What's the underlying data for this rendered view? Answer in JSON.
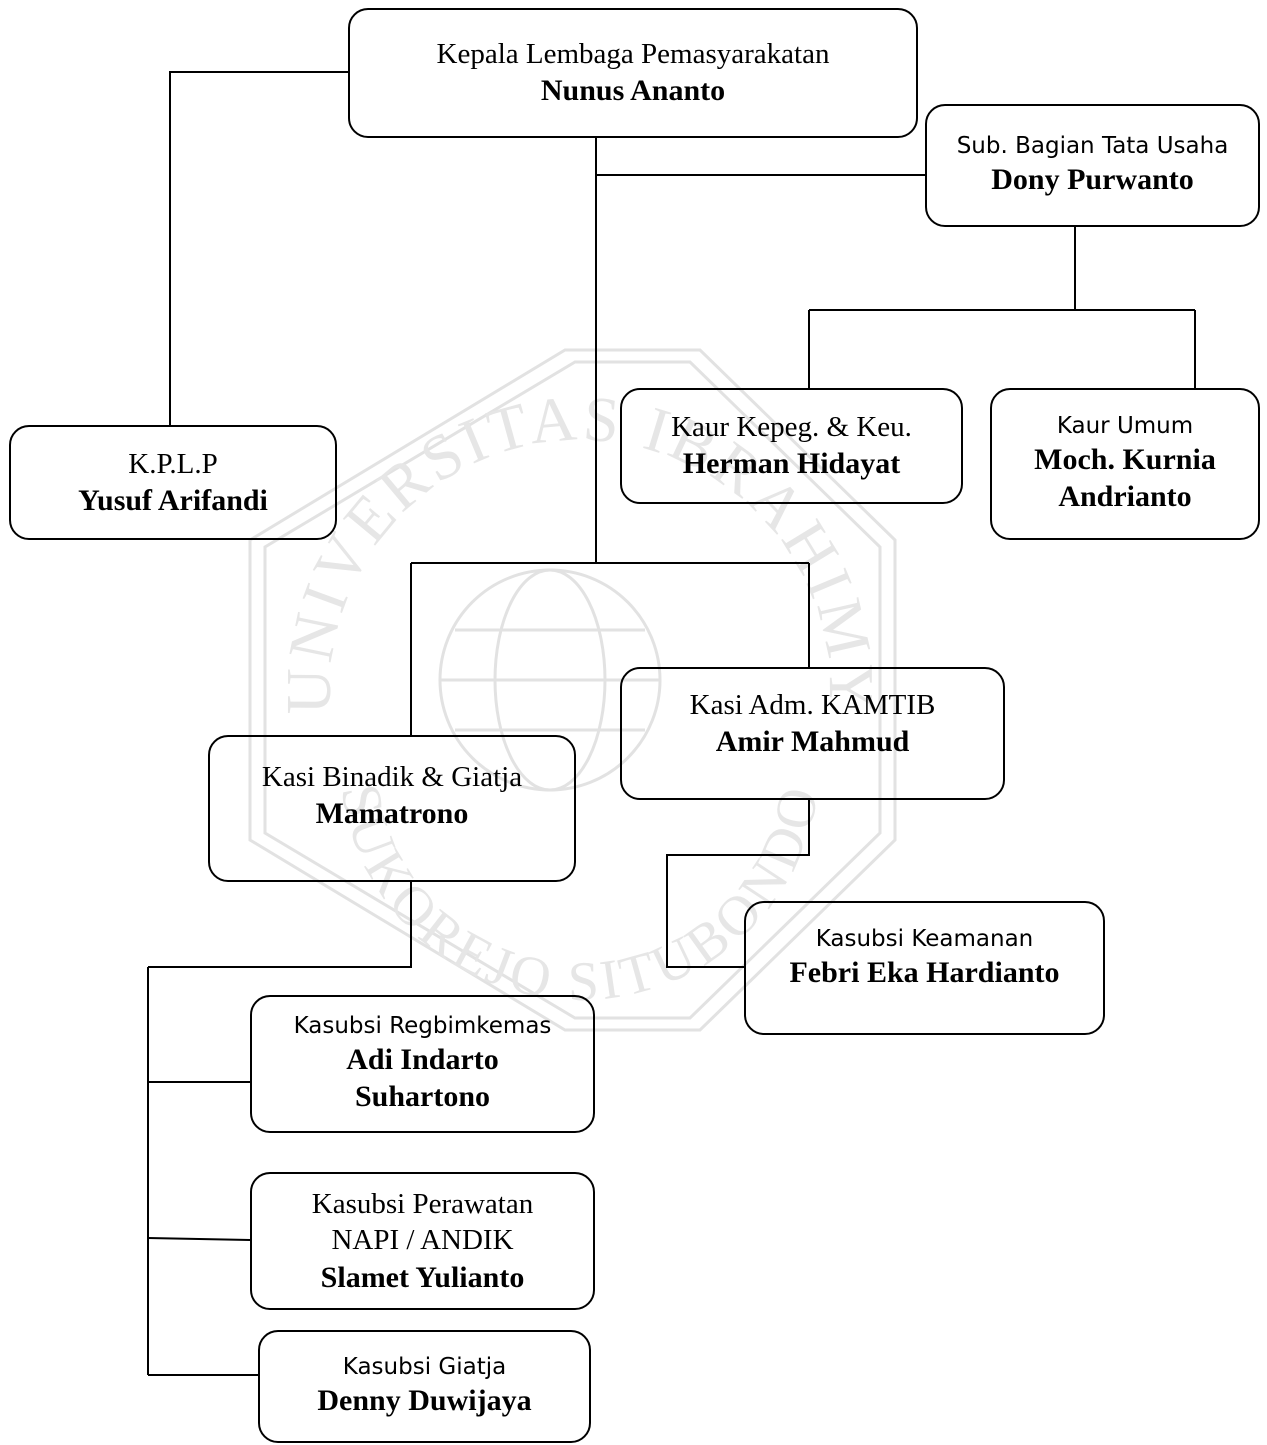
{
  "watermark": {
    "arc_top": "UNIVERSITAS IBRAHIMY",
    "arc_bottom": "SUKOREJO SITUBONDO"
  },
  "org": {
    "kalapas": {
      "title": "Kepala Lembaga Pemasyarakatan",
      "name": "Nunus Ananto"
    },
    "tata_usaha": {
      "title": "Sub. Bagian Tata Usaha",
      "name": "Dony Purwanto"
    },
    "kepeg": {
      "title": "Kaur Kepeg. & Keu.",
      "name": "Herman Hidayat"
    },
    "umum": {
      "title": "Kaur Umum",
      "name_line1": "Moch. Kurnia",
      "name_line2": "Andrianto"
    },
    "kplp": {
      "title": "K.P.L.P",
      "name": "Yusuf Arifandi"
    },
    "kamtib": {
      "title": "Kasi Adm. KAMTIB",
      "name": "Amir Mahmud"
    },
    "binadik": {
      "title": "Kasi Binadik & Giatja",
      "name": "Mamatrono"
    },
    "keamanan": {
      "title": "Kasubsi Keamanan",
      "name": "Febri Eka Hardianto"
    },
    "regbim": {
      "title": "Kasubsi Regbimkemas",
      "name_line1": "Adi Indarto",
      "name_line2": "Suhartono"
    },
    "perawatan": {
      "title_line1": "Kasubsi Perawatan",
      "title_line2": "NAPI / ANDIK",
      "name": "Slamet Yulianto"
    },
    "giatja": {
      "title": "Kasubsi Giatja",
      "name": "Denny Duwijaya"
    }
  }
}
